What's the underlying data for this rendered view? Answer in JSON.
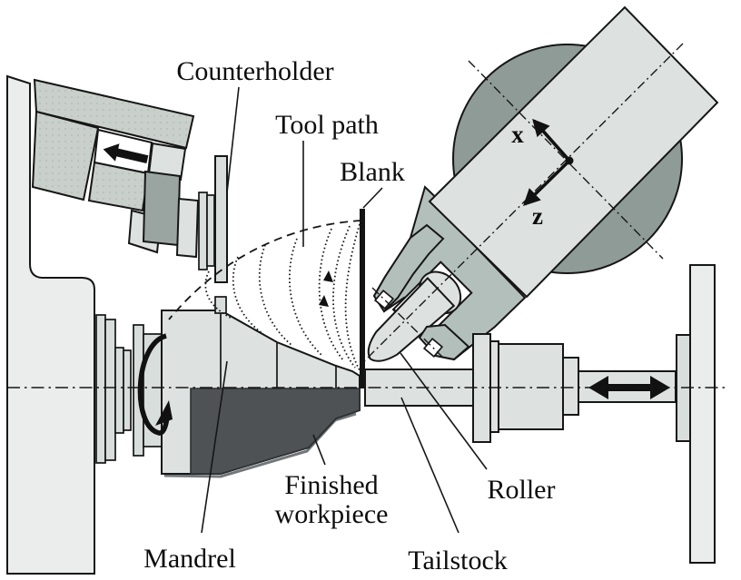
{
  "figure": {
    "type": "technical-diagram",
    "subject": "metal spinning / shear forming machine setup",
    "labels": {
      "counterholder": "Counterholder",
      "tool_path": "Tool path",
      "blank": "Blank",
      "mandrel": "Mandrel",
      "finished_workpiece_line1": "Finished",
      "finished_workpiece_line2": "workpiece",
      "roller": "Roller",
      "tailstock": "Tailstock"
    },
    "axis_labels": {
      "x": "x",
      "z": "z"
    },
    "colors": {
      "background": "#ffffff",
      "line_ink": "#161616",
      "machine_light": "#dde2e0",
      "machine_lighter": "#eaedec",
      "plate_gray": "#d8dedc",
      "fork_gray": "#b3bfbb",
      "disc_dark_gray": "#8f9b97",
      "block_dark_gray": "#9aa5a1",
      "finished_workpiece_dark": "#4e5254",
      "stipple_base": "#c9cfcb"
    }
  }
}
